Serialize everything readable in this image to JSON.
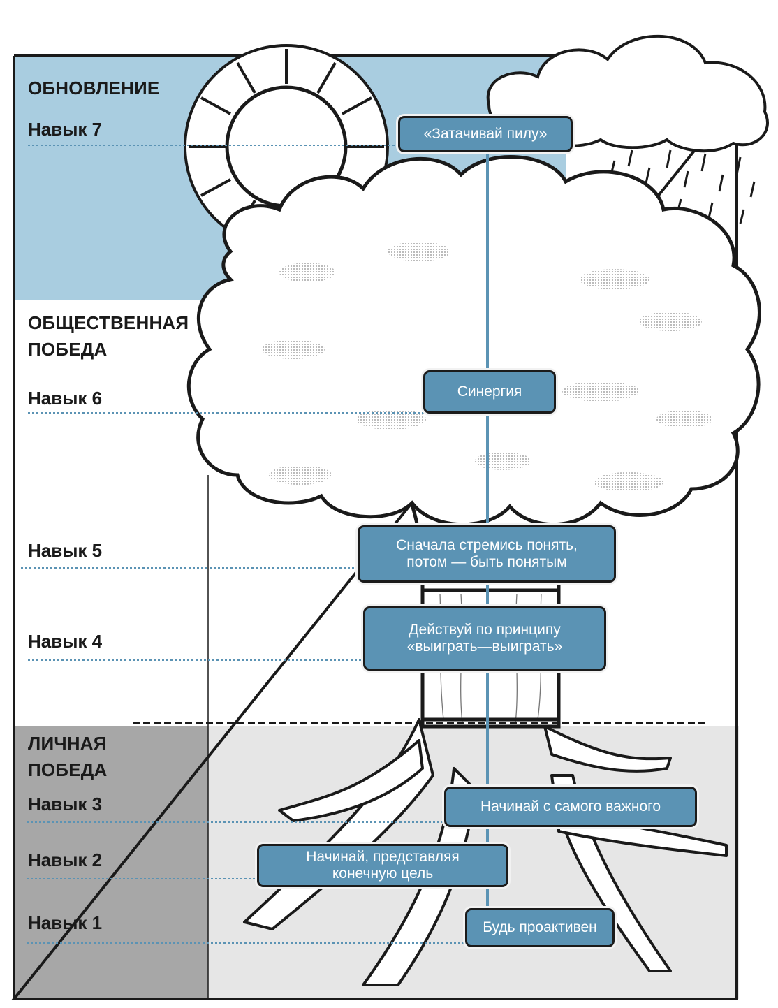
{
  "sections": {
    "renewal": "ОБНОВЛЕНИЕ",
    "public_victory": "ОБЩЕСТВЕННАЯ\nПОБЕДА",
    "private_victory": "ЛИЧНАЯ\nПОБЕДА"
  },
  "habits": [
    {
      "label": "Навык 7",
      "box": "«Затачивай пилу»"
    },
    {
      "label": "Навык 6",
      "box": "Синергия"
    },
    {
      "label": "Навык 5",
      "box": "Сначала стремись понять,\nпотом — быть понятым"
    },
    {
      "label": "Навык 4",
      "box": "Действуй по принципу\n«выиграть—выиграть»"
    },
    {
      "label": "Навык 3",
      "box": "Начинай с самого важного"
    },
    {
      "label": "Навык 2",
      "box": "Начинай, представляя\nконечную цель"
    },
    {
      "label": "Навык 1",
      "box": "Будь проактивен"
    }
  ],
  "colors": {
    "renewal_band": "#a9cde0",
    "private_left": "#a7a7a7",
    "private_ground": "#e6e6e6",
    "box_fill": "#5b93b4",
    "guide_line": "#5b93b4"
  }
}
